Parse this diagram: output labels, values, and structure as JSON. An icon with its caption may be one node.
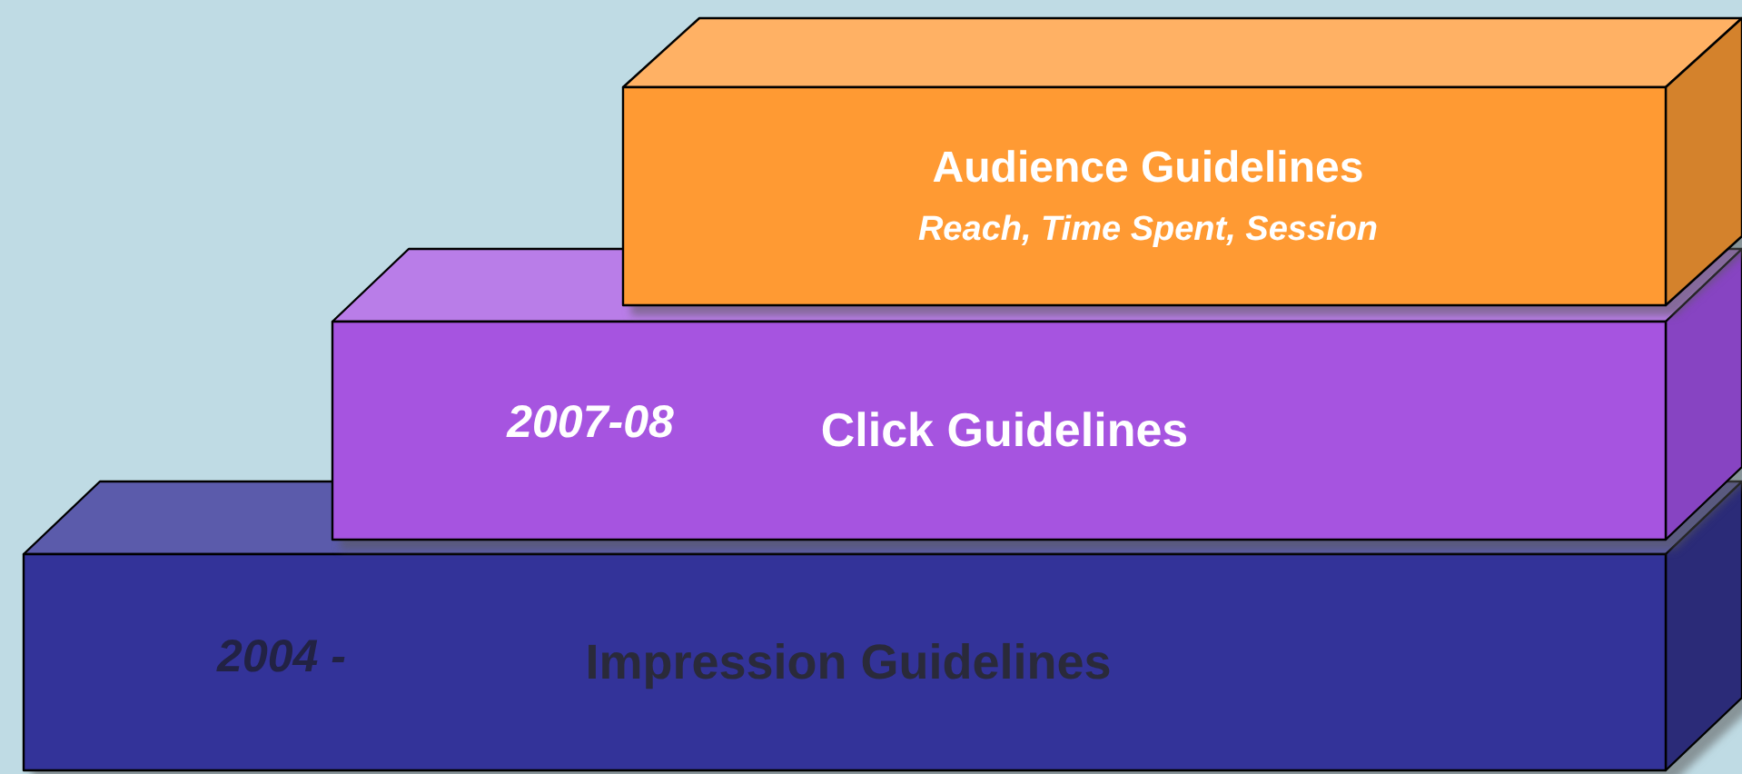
{
  "diagram": {
    "nodes": [
      {
        "text": [
          "2004 -",
          "Impression Guidelines"
        ]
      },
      {
        "text": [
          "2007-08",
          "Click Guidelines"
        ]
      },
      {
        "text": [
          "Audience Guidelines",
          "Reach, Time Spent, Session"
        ]
      }
    ]
  }
}
